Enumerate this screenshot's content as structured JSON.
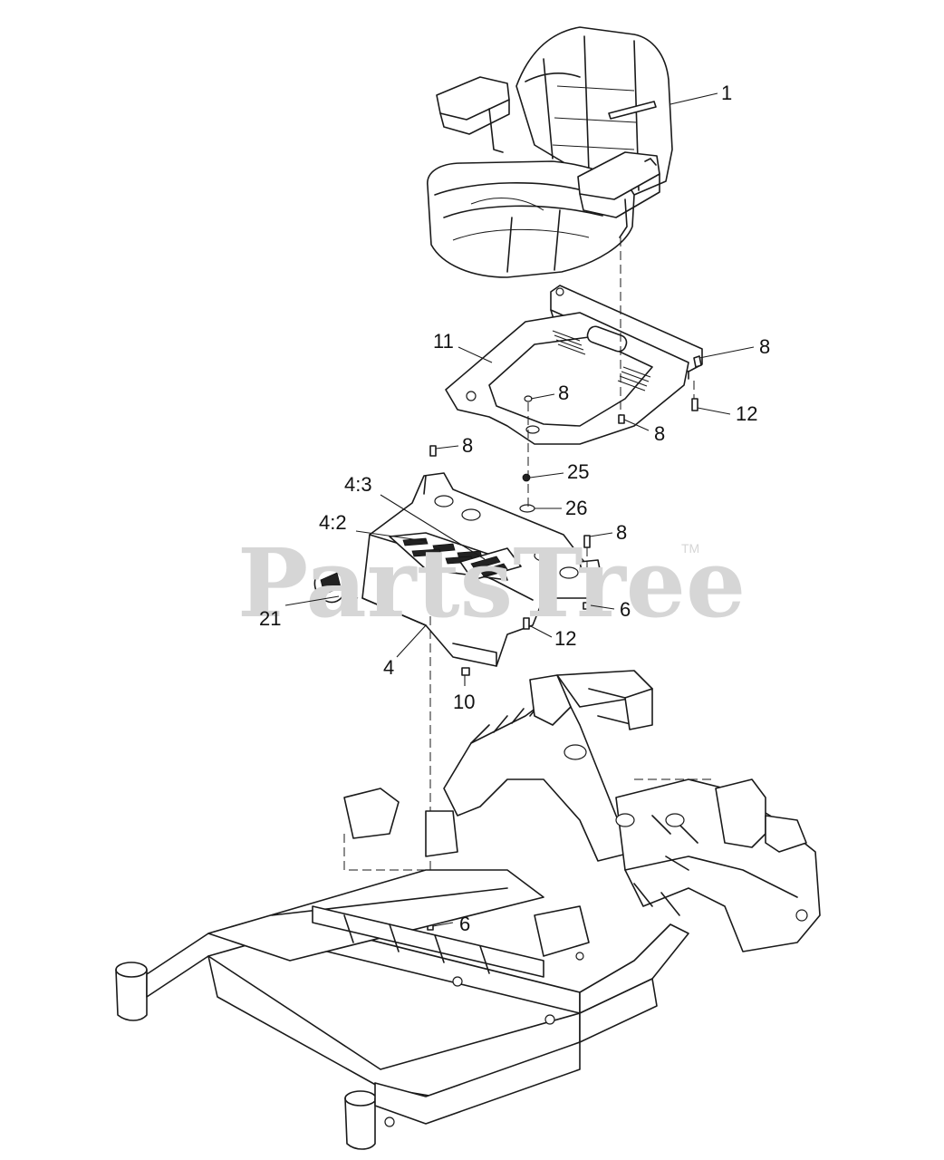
{
  "watermark": {
    "text": "PartsTree",
    "trademark": "TM",
    "color": "#d6d6d6"
  },
  "callouts": [
    {
      "id": "c1",
      "label": "1"
    },
    {
      "id": "c11",
      "label": "11"
    },
    {
      "id": "c8a",
      "label": "8"
    },
    {
      "id": "c8b",
      "label": "8"
    },
    {
      "id": "c12a",
      "label": "12"
    },
    {
      "id": "c8c",
      "label": "8"
    },
    {
      "id": "c8d",
      "label": "8"
    },
    {
      "id": "c25",
      "label": "25"
    },
    {
      "id": "c26",
      "label": "26"
    },
    {
      "id": "c43",
      "label": "4:3"
    },
    {
      "id": "c42",
      "label": "4:2"
    },
    {
      "id": "c8e",
      "label": "8"
    },
    {
      "id": "c6a",
      "label": "6"
    },
    {
      "id": "c21",
      "label": "21"
    },
    {
      "id": "c12b",
      "label": "12"
    },
    {
      "id": "c4",
      "label": "4"
    },
    {
      "id": "c10",
      "label": "10"
    },
    {
      "id": "c6b",
      "label": "6"
    }
  ],
  "decal_logo_icon": "exmark-logo-icon"
}
